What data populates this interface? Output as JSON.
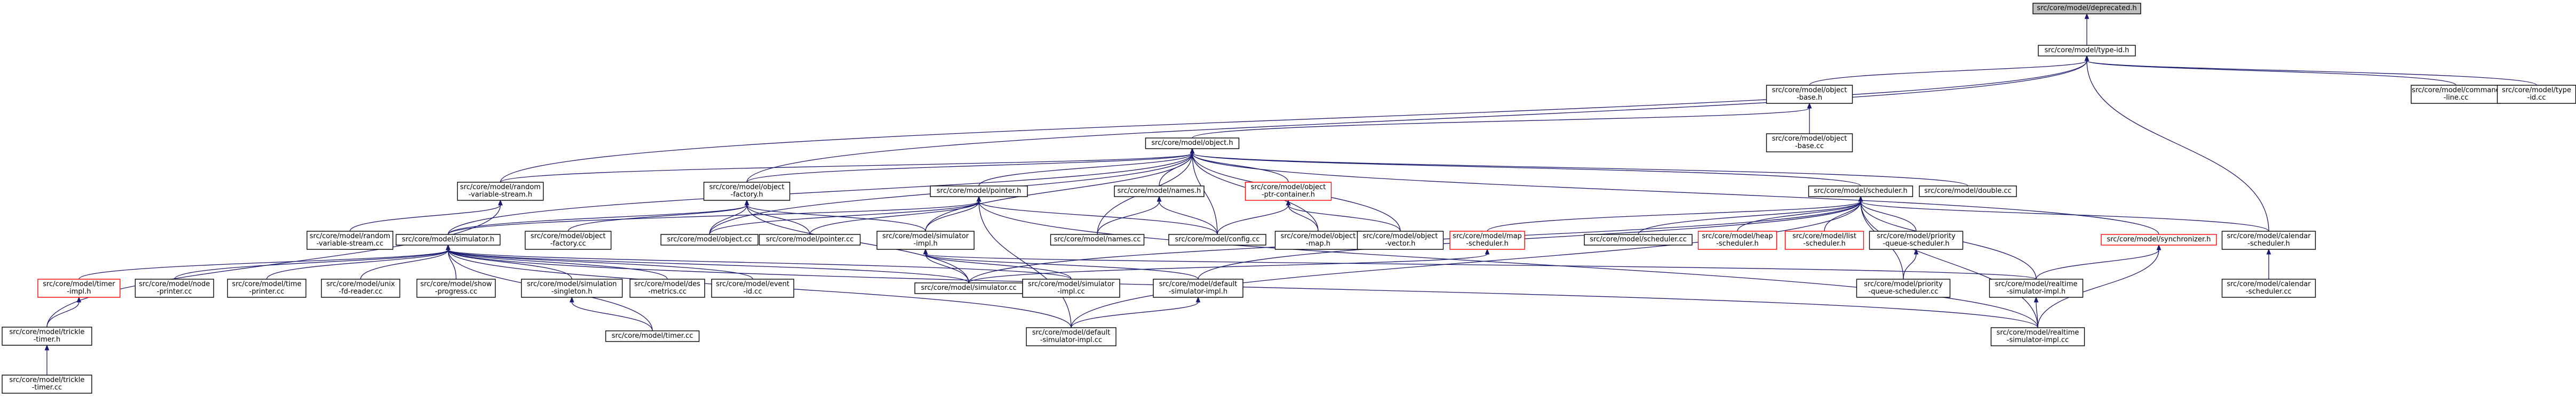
{
  "diagram": {
    "type": "include-dependency-graph",
    "colors": {
      "edge": "#191970",
      "root_fill": "#bfbfbf",
      "node_fill": "#ffffff",
      "node_border": "#000000",
      "missing_border": "#ff0000"
    },
    "nodes": [
      {
        "id": "deprecated",
        "lines": [
          "src/core/model/deprecated.h"
        ],
        "style": "root"
      },
      {
        "id": "typeid_h",
        "lines": [
          "src/core/model/type-id.h"
        ]
      },
      {
        "id": "object_base_h",
        "lines": [
          "src/core/model/object",
          "-base.h"
        ]
      },
      {
        "id": "cmdline_cc",
        "lines": [
          "src/core/model/command",
          "-line.cc"
        ]
      },
      {
        "id": "typeid_cc",
        "lines": [
          "src/core/model/type",
          "-id.cc"
        ]
      },
      {
        "id": "object_h",
        "lines": [
          "src/core/model/object.h"
        ]
      },
      {
        "id": "object_base_cc",
        "lines": [
          "src/core/model/object",
          "-base.cc"
        ]
      },
      {
        "id": "random_vs_h",
        "lines": [
          "src/core/model/random",
          "-variable-stream.h"
        ]
      },
      {
        "id": "object_factory_h",
        "lines": [
          "src/core/model/object",
          "-factory.h"
        ]
      },
      {
        "id": "pointer_h",
        "lines": [
          "src/core/model/pointer.h"
        ]
      },
      {
        "id": "names_h",
        "lines": [
          "src/core/model/names.h"
        ]
      },
      {
        "id": "ptr_container_h",
        "lines": [
          "src/core/model/object",
          "-ptr-container.h"
        ],
        "style": "red"
      },
      {
        "id": "scheduler_h",
        "lines": [
          "src/core/model/scheduler.h"
        ]
      },
      {
        "id": "double_cc",
        "lines": [
          "src/core/model/double.cc"
        ]
      },
      {
        "id": "synchronizer_h",
        "lines": [
          "src/core/model/synchronizer.h"
        ],
        "style": "red"
      },
      {
        "id": "random_vs_cc",
        "lines": [
          "src/core/model/random",
          "-variable-stream.cc"
        ]
      },
      {
        "id": "simulator_h",
        "lines": [
          "src/core/model/simulator.h"
        ]
      },
      {
        "id": "object_factory_cc",
        "lines": [
          "src/core/model/object",
          "-factory.cc"
        ]
      },
      {
        "id": "object_cc",
        "lines": [
          "src/core/model/object.cc"
        ]
      },
      {
        "id": "pointer_cc",
        "lines": [
          "src/core/model/pointer.cc"
        ]
      },
      {
        "id": "simulator_impl_h",
        "lines": [
          "src/core/model/simulator",
          "-impl.h"
        ]
      },
      {
        "id": "names_cc",
        "lines": [
          "src/core/model/names.cc"
        ]
      },
      {
        "id": "config_cc",
        "lines": [
          "src/core/model/config.cc"
        ]
      },
      {
        "id": "object_map_h",
        "lines": [
          "src/core/model/object",
          "-map.h"
        ]
      },
      {
        "id": "object_vector_h",
        "lines": [
          "src/core/model/object",
          "-vector.h"
        ]
      },
      {
        "id": "map_scheduler_h",
        "lines": [
          "src/core/model/map",
          "-scheduler.h"
        ],
        "style": "red"
      },
      {
        "id": "scheduler_cc",
        "lines": [
          "src/core/model/scheduler.cc"
        ]
      },
      {
        "id": "heap_scheduler_h",
        "lines": [
          "src/core/model/heap",
          "-scheduler.h"
        ],
        "style": "red"
      },
      {
        "id": "list_scheduler_h",
        "lines": [
          "src/core/model/list",
          "-scheduler.h"
        ],
        "style": "red"
      },
      {
        "id": "prio_sched_h",
        "lines": [
          "src/core/model/priority",
          "-queue-scheduler.h"
        ]
      },
      {
        "id": "calendar_h",
        "lines": [
          "src/core/model/calendar",
          "-scheduler.h"
        ]
      },
      {
        "id": "timer_impl_h",
        "lines": [
          "src/core/model/timer",
          "-impl.h"
        ],
        "style": "red"
      },
      {
        "id": "node_printer_cc",
        "lines": [
          "src/core/model/node",
          "-printer.cc"
        ]
      },
      {
        "id": "time_printer_cc",
        "lines": [
          "src/core/model/time",
          "-printer.cc"
        ]
      },
      {
        "id": "unix_fd_cc",
        "lines": [
          "src/core/model/unix",
          "-fd-reader.cc"
        ]
      },
      {
        "id": "show_progress_cc",
        "lines": [
          "src/core/model/show",
          "-progress.cc"
        ]
      },
      {
        "id": "sim_singleton_h",
        "lines": [
          "src/core/model/simulation",
          "-singleton.h"
        ]
      },
      {
        "id": "des_metrics_cc",
        "lines": [
          "src/core/model/des",
          "-metrics.cc"
        ]
      },
      {
        "id": "event_id_cc",
        "lines": [
          "src/core/model/event",
          "-id.cc"
        ]
      },
      {
        "id": "simulator_cc",
        "lines": [
          "src/core/model/simulator.cc"
        ]
      },
      {
        "id": "simulator_impl_cc",
        "lines": [
          "src/core/model/simulator",
          "-impl.cc"
        ]
      },
      {
        "id": "default_impl_h",
        "lines": [
          "src/core/model/default",
          "-simulator-impl.h"
        ]
      },
      {
        "id": "prio_sched_cc",
        "lines": [
          "src/core/model/priority",
          "-queue-scheduler.cc"
        ]
      },
      {
        "id": "realtime_impl_h",
        "lines": [
          "src/core/model/realtime",
          "-simulator-impl.h"
        ]
      },
      {
        "id": "calendar_cc",
        "lines": [
          "src/core/model/calendar",
          "-scheduler.cc"
        ]
      },
      {
        "id": "trickle_h",
        "lines": [
          "src/core/model/trickle",
          "-timer.h"
        ]
      },
      {
        "id": "timer_cc",
        "lines": [
          "src/core/model/timer.cc"
        ]
      },
      {
        "id": "default_impl_cc",
        "lines": [
          "src/core/model/default",
          "-simulator-impl.cc"
        ]
      },
      {
        "id": "realtime_impl_cc",
        "lines": [
          "src/core/model/realtime",
          "-simulator-impl.cc"
        ]
      },
      {
        "id": "trickle_cc",
        "lines": [
          "src/core/model/trickle",
          "-timer.cc"
        ]
      }
    ],
    "edges": [
      [
        "deprecated",
        "typeid_h"
      ],
      [
        "typeid_h",
        "object_base_h"
      ],
      [
        "typeid_h",
        "cmdline_cc"
      ],
      [
        "typeid_h",
        "typeid_cc"
      ],
      [
        "typeid_h",
        "random_vs_h"
      ],
      [
        "typeid_h",
        "object_factory_h"
      ],
      [
        "typeid_h",
        "calendar_h"
      ],
      [
        "object_base_h",
        "object_h"
      ],
      [
        "object_base_h",
        "object_base_cc"
      ],
      [
        "object_h",
        "random_vs_h"
      ],
      [
        "object_h",
        "object_factory_h"
      ],
      [
        "object_h",
        "pointer_h"
      ],
      [
        "object_h",
        "names_h"
      ],
      [
        "object_h",
        "ptr_container_h"
      ],
      [
        "object_h",
        "scheduler_h"
      ],
      [
        "object_h",
        "double_cc"
      ],
      [
        "object_h",
        "synchronizer_h"
      ],
      [
        "object_h",
        "object_cc"
      ],
      [
        "object_h",
        "simulator_impl_h"
      ],
      [
        "object_h",
        "names_cc"
      ],
      [
        "object_h",
        "config_cc"
      ],
      [
        "object_h",
        "object_map_h"
      ],
      [
        "object_h",
        "object_vector_h"
      ],
      [
        "object_h",
        "simulator_h"
      ],
      [
        "random_vs_h",
        "random_vs_cc"
      ],
      [
        "random_vs_h",
        "trickle_h"
      ],
      [
        "object_factory_h",
        "simulator_h"
      ],
      [
        "object_factory_h",
        "object_factory_cc"
      ],
      [
        "object_factory_h",
        "object_cc"
      ],
      [
        "object_factory_h",
        "pointer_cc"
      ],
      [
        "object_factory_h",
        "simulator_impl_h"
      ],
      [
        "object_factory_h",
        "simulator_cc"
      ],
      [
        "pointer_h",
        "object_cc"
      ],
      [
        "pointer_h",
        "pointer_cc"
      ],
      [
        "pointer_h",
        "simulator_impl_h"
      ],
      [
        "pointer_h",
        "config_cc"
      ],
      [
        "pointer_h",
        "default_impl_cc"
      ],
      [
        "pointer_h",
        "realtime_impl_cc"
      ],
      [
        "pointer_h",
        "simulator_h"
      ],
      [
        "names_h",
        "names_cc"
      ],
      [
        "names_h",
        "config_cc"
      ],
      [
        "ptr_container_h",
        "config_cc"
      ],
      [
        "ptr_container_h",
        "object_map_h"
      ],
      [
        "ptr_container_h",
        "object_vector_h"
      ],
      [
        "scheduler_h",
        "map_scheduler_h"
      ],
      [
        "scheduler_h",
        "scheduler_cc"
      ],
      [
        "scheduler_h",
        "heap_scheduler_h"
      ],
      [
        "scheduler_h",
        "list_scheduler_h"
      ],
      [
        "scheduler_h",
        "prio_sched_h"
      ],
      [
        "scheduler_h",
        "calendar_h"
      ],
      [
        "scheduler_h",
        "simulator_cc"
      ],
      [
        "scheduler_h",
        "default_impl_h"
      ],
      [
        "scheduler_h",
        "realtime_impl_h"
      ],
      [
        "scheduler_h",
        "prio_sched_cc"
      ],
      [
        "scheduler_h",
        "default_impl_cc"
      ],
      [
        "scheduler_h",
        "realtime_impl_cc"
      ],
      [
        "synchronizer_h",
        "realtime_impl_h"
      ],
      [
        "synchronizer_h",
        "realtime_impl_cc"
      ],
      [
        "simulator_h",
        "timer_impl_h"
      ],
      [
        "simulator_h",
        "node_printer_cc"
      ],
      [
        "simulator_h",
        "time_printer_cc"
      ],
      [
        "simulator_h",
        "unix_fd_cc"
      ],
      [
        "simulator_h",
        "show_progress_cc"
      ],
      [
        "simulator_h",
        "sim_singleton_h"
      ],
      [
        "simulator_h",
        "des_metrics_cc"
      ],
      [
        "simulator_h",
        "event_id_cc"
      ],
      [
        "simulator_h",
        "simulator_cc"
      ],
      [
        "simulator_h",
        "simulator_impl_cc"
      ],
      [
        "simulator_h",
        "timer_cc"
      ],
      [
        "simulator_h",
        "default_impl_cc"
      ],
      [
        "simulator_h",
        "realtime_impl_cc"
      ],
      [
        "simulator_impl_h",
        "simulator_cc"
      ],
      [
        "simulator_impl_h",
        "simulator_impl_cc"
      ],
      [
        "simulator_impl_h",
        "default_impl_h"
      ],
      [
        "simulator_impl_h",
        "realtime_impl_h"
      ],
      [
        "map_scheduler_h",
        "simulator_cc"
      ],
      [
        "prio_sched_h",
        "prio_sched_cc"
      ],
      [
        "calendar_h",
        "calendar_cc"
      ],
      [
        "timer_impl_h",
        "trickle_h"
      ],
      [
        "sim_singleton_h",
        "timer_cc"
      ],
      [
        "default_impl_h",
        "default_impl_cc"
      ],
      [
        "realtime_impl_h",
        "realtime_impl_cc"
      ],
      [
        "trickle_h",
        "trickle_cc"
      ]
    ]
  }
}
